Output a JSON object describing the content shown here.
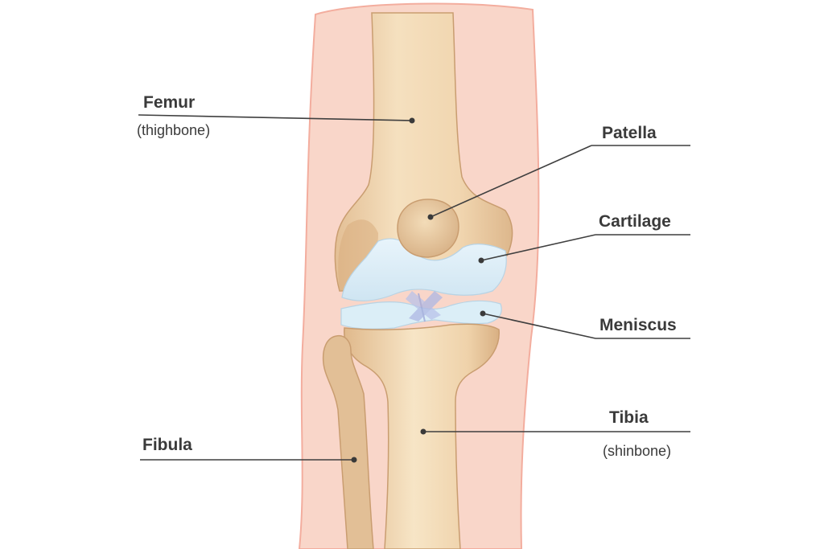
{
  "labels": {
    "femur": {
      "name": "Femur",
      "sub": "(thighbone)"
    },
    "patella": {
      "name": "Patella"
    },
    "cartilage": {
      "name": "Cartilage"
    },
    "meniscus": {
      "name": "Meniscus"
    },
    "tibia": {
      "name": "Tibia",
      "sub": "(shinbone)"
    },
    "fibula": {
      "name": "Fibula"
    }
  },
  "colors": {
    "skin": "#f9d5c8",
    "skin_edge": "#f1a99a",
    "bone": "#f1d7b2",
    "bone_shade": "#dcb58a",
    "bone_edge": "#c99d70",
    "cartilage": "#d9ecf6",
    "cartilage_edge": "#b8d3e4",
    "ligament": "#b9c2ea",
    "text": "#3a3a3a"
  }
}
